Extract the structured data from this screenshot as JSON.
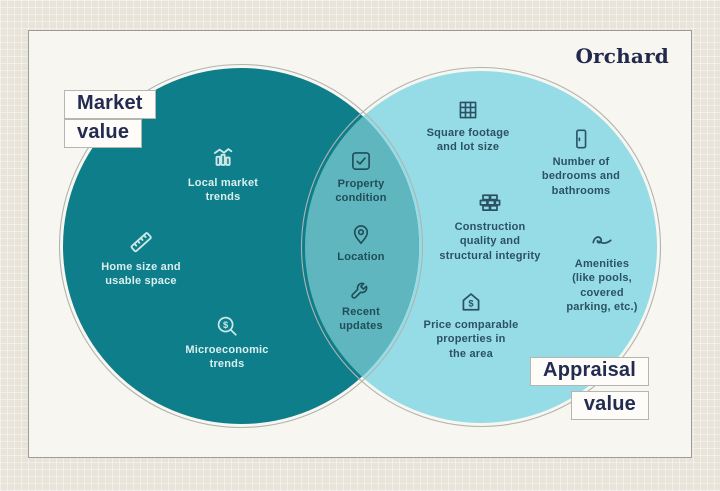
{
  "brand": {
    "logo_text": "Orchard"
  },
  "labels": {
    "market": {
      "line1": "Market",
      "line2": "value"
    },
    "appraisal": {
      "line1": "Appraisal",
      "line2": "value"
    }
  },
  "items": [
    {
      "name": "local-market-trends",
      "icon": "bar-chart-trend-icon",
      "region": "market",
      "text": "Local market\ntrends"
    },
    {
      "name": "home-size",
      "icon": "ruler-icon",
      "region": "market",
      "text": "Home size and\nusable space"
    },
    {
      "name": "microeconomic-trends",
      "icon": "magnifier-dollar-icon",
      "region": "market",
      "text": "Microeconomic\ntrends"
    },
    {
      "name": "property-condition",
      "icon": "checkbox-icon",
      "region": "overlap",
      "text": "Property\ncondition"
    },
    {
      "name": "location",
      "icon": "map-pin-icon",
      "region": "overlap",
      "text": "Location"
    },
    {
      "name": "recent-updates",
      "icon": "wrench-icon",
      "region": "overlap",
      "text": "Recent\nupdates"
    },
    {
      "name": "square-footage",
      "icon": "grid-icon",
      "region": "appraisal",
      "text": "Square footage\nand lot size"
    },
    {
      "name": "bedrooms-bathrooms",
      "icon": "door-icon",
      "region": "appraisal",
      "text": "Number of\nbedrooms and\nbathrooms"
    },
    {
      "name": "construction-quality",
      "icon": "bricks-icon",
      "region": "appraisal",
      "text": "Construction\nquality and\nstructural integrity"
    },
    {
      "name": "amenities",
      "icon": "wave-icon",
      "region": "appraisal",
      "text": "Amenities\n(like pools,\ncovered\nparking, etc.)"
    },
    {
      "name": "price-comparables",
      "icon": "house-dollar-icon",
      "region": "appraisal",
      "text": "Price comparable\nproperties in\nthe area"
    }
  ],
  "colors": {
    "background": "#e9e4d9",
    "card": "#f8f6f0",
    "left_circle": "#0e7e8a",
    "right_circle": "#96dce6",
    "overlap": "#5fb6be",
    "navy": "#232b50",
    "light_text": "#d9efee",
    "dark_text": "#2b5262"
  }
}
